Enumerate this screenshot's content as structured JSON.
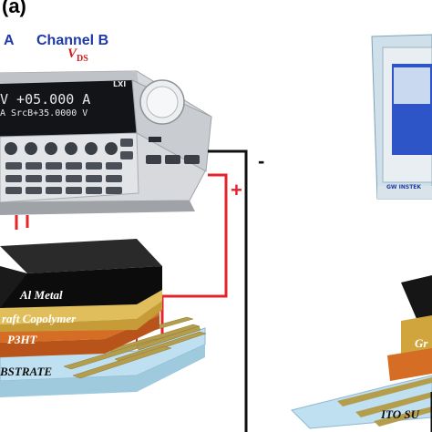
{
  "panel_label": "(a)",
  "channel_a_label": "A",
  "channel_b_label": "Channel B",
  "vds_label": "V",
  "vds_sub": "DS",
  "smu_display_line1": "V   +05.000 A",
  "smu_display_line2": "A  SrcB+35.0000 V",
  "smu_brand": "LXI",
  "terminal_minus": "-",
  "terminal_plus": "+",
  "scope_brand": "GW INSTEK",
  "layers": {
    "metal": "Al Metal",
    "copolymer": "raft Copolymer",
    "p3ht": "P3HT",
    "substrate": "BSTRATE",
    "right_substrate": "ITO SU",
    "right_layer": "Gr"
  },
  "colors": {
    "metal_top": "#202020",
    "metal_front": "#0c0c0c",
    "copolymer": "#d8b24c",
    "p3ht": "#d66d25",
    "substrate": "#bfe0f1",
    "electrode": "#b59d4e",
    "wire_red": "#e3242b",
    "wire_black": "#111111",
    "channel_blue": "#1f3aa8"
  }
}
